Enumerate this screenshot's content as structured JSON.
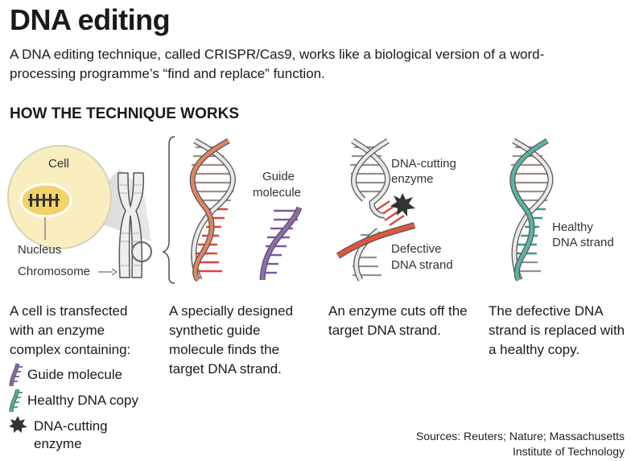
{
  "title": "DNA editing",
  "subtitle": "A DNA editing technique, called CRISPR/Cas9, works like a biological version of a word-processing programme’s “find and replace” function.",
  "section_heading": "HOW THE TECHNIQUE WORKS",
  "labels": {
    "cell": "Cell",
    "nucleus": "Nucleus",
    "chromosome": "Chromosome",
    "guide_molecule_line1": "Guide",
    "guide_molecule_line2": "molecule",
    "dna_cutting_enzyme_line1": "DNA-cutting",
    "dna_cutting_enzyme_line2": "enzyme",
    "defective_line1": "Defective",
    "defective_line2": "DNA strand",
    "healthy_line1": "Healthy",
    "healthy_line2": "DNA strand"
  },
  "steps": [
    {
      "caption": "A cell is transfected with an enzyme complex containing:"
    },
    {
      "caption": "A specially designed synthetic guide molecule finds the target DNA strand."
    },
    {
      "caption": "An enzyme cuts off the target DNA strand."
    },
    {
      "caption": "The defective DNA strand is replaced with a healthy copy."
    }
  ],
  "legend": [
    {
      "label": "Guide molecule",
      "icon": "guide-molecule-icon"
    },
    {
      "label": "Healthy DNA copy",
      "icon": "healthy-dna-icon"
    },
    {
      "label": "DNA-cutting enzyme",
      "icon": "enzyme-star-icon"
    }
  ],
  "sources": "Sources: Reuters; Nature; Massachusetts Institute of Technology",
  "colors": {
    "cell_fill": "#f8eec0",
    "nucleus_fill": "#f3d26a",
    "guide": "#7d5a9c",
    "defective": "#d9473b",
    "healthy": "#3d9a8c",
    "strand": "#e8e8e8",
    "strand_outline": "#555555",
    "rung": "#9b8f86"
  }
}
